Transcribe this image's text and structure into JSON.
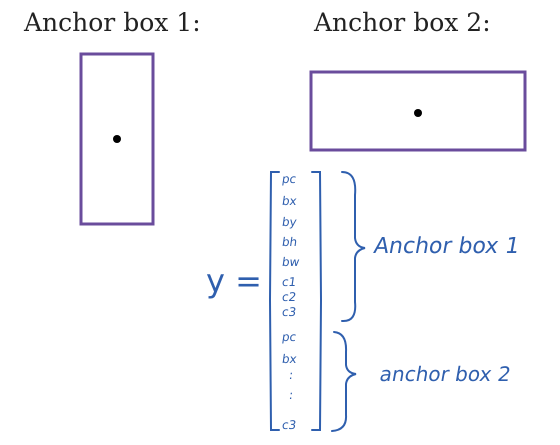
{
  "colors": {
    "box": "#6a4c9c",
    "ink": "#2f5fae",
    "dot": "#000000"
  },
  "titles": {
    "box1": "Anchor box 1:",
    "box2": "Anchor box 2:"
  },
  "equation": {
    "lhs": "y =",
    "vector": [
      "pc",
      "bx",
      "by",
      "bh",
      "bw",
      "c1",
      "c2",
      "c3",
      "pc",
      "bx",
      ":",
      ":",
      "c3"
    ],
    "brace_labels": [
      "Anchor box 1",
      "anchor box 2"
    ]
  }
}
